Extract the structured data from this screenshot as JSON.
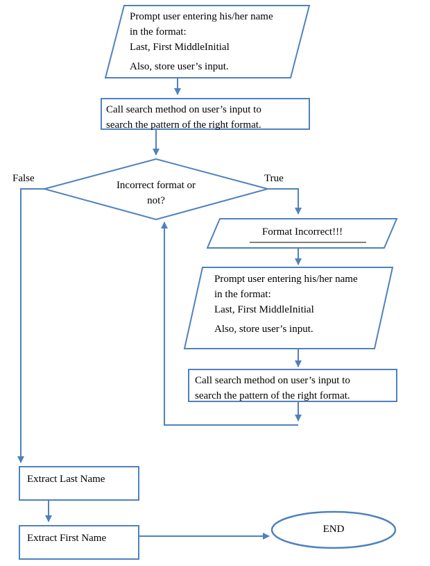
{
  "colors": {
    "shape_stroke": "#4f81bd",
    "arrow": "#4f81bd",
    "text": "#000000",
    "underline": "#000000"
  },
  "nodes": {
    "prompt_top": {
      "lines": [
        "Prompt user entering his/her name",
        "in the format:",
        "Last, First MiddleInitial",
        "Also, store user’s input."
      ]
    },
    "search_top": {
      "lines": [
        "Call search method on user’s input to",
        "search the pattern of the right format."
      ]
    },
    "decision": {
      "lines": [
        "Incorrect format or",
        "not?"
      ]
    },
    "label_false": "False",
    "label_true": "True",
    "format_incorrect": "Format Incorrect!!!",
    "prompt_loop": {
      "lines": [
        "Prompt user entering his/her name",
        "in the format:",
        "Last, First MiddleInitial",
        "Also, store user’s input."
      ]
    },
    "search_loop": {
      "lines": [
        "Call search method on user’s input to",
        "search the pattern of the right format."
      ]
    },
    "extract_last": "Extract Last Name",
    "extract_first": "Extract First Name",
    "end": "END"
  }
}
